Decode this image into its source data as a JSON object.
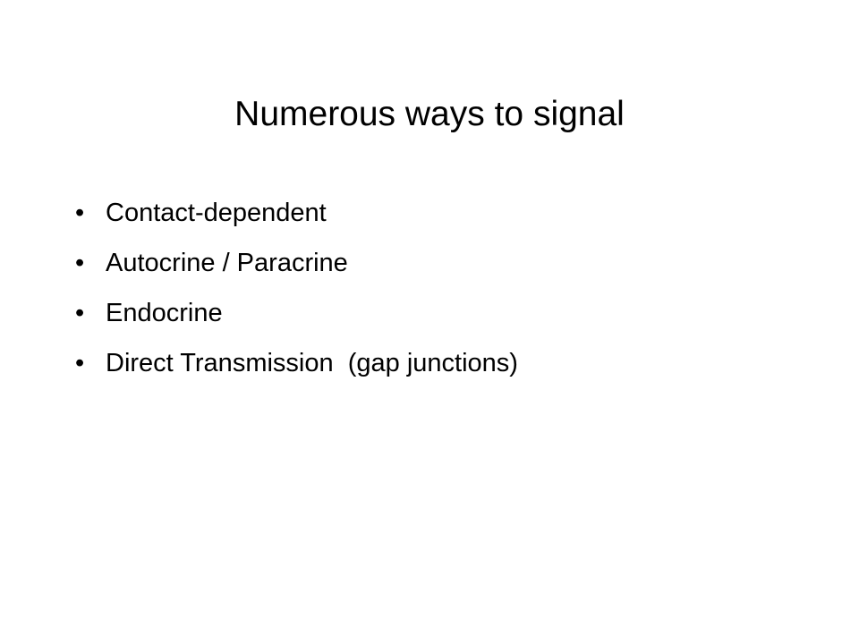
{
  "slide": {
    "title": "Numerous ways to signal",
    "bullet_glyph": "•",
    "bullets": [
      "Contact-dependent",
      "Autocrine / Paracrine",
      "Endocrine",
      "Direct Transmission  (gap junctions)"
    ]
  }
}
